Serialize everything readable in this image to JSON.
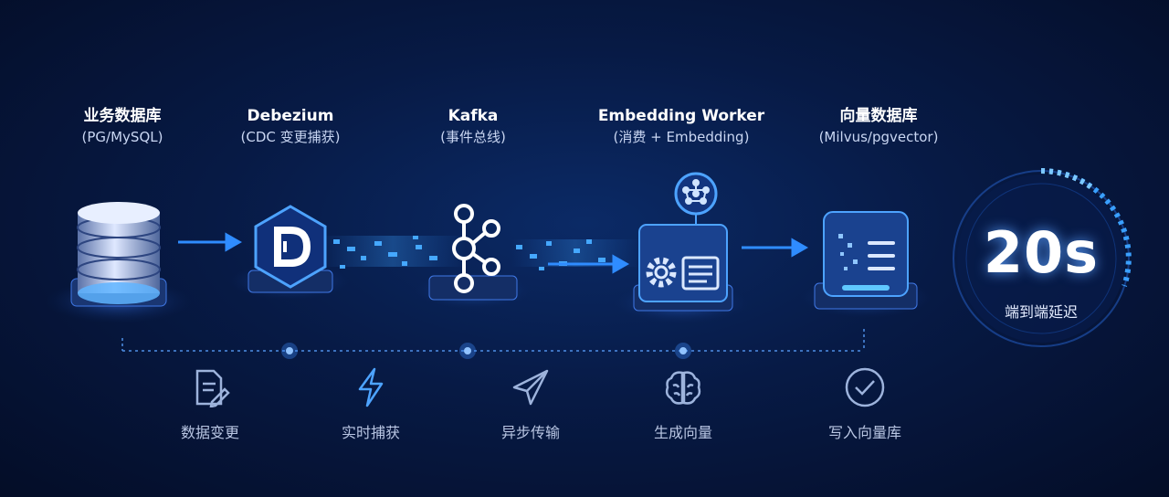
{
  "stages": [
    {
      "title": "业务数据库",
      "subtitle": "(PG/MySQL)",
      "icon": "database-icon"
    },
    {
      "title": "Debezium",
      "subtitle": "(CDC 变更捕获)",
      "icon": "debezium-logo-icon"
    },
    {
      "title": "Kafka",
      "subtitle": "(事件总线)",
      "icon": "kafka-logo-icon"
    },
    {
      "title": "Embedding Worker",
      "subtitle": "(消费 + Embedding)",
      "icon": "gear-worker-icon"
    },
    {
      "title": "向量数据库",
      "subtitle": "(Milvus/pgvector)",
      "icon": "vector-db-icon"
    }
  ],
  "steps": [
    {
      "label": "数据变更",
      "icon": "document-edit-icon"
    },
    {
      "label": "实时捕获",
      "icon": "lightning-icon"
    },
    {
      "label": "异步传输",
      "icon": "paper-plane-icon"
    },
    {
      "label": "生成向量",
      "icon": "brain-icon"
    },
    {
      "label": "写入向量库",
      "icon": "check-circle-icon"
    }
  ],
  "latency": {
    "value": "20s",
    "caption": "端到端延迟"
  },
  "colors": {
    "accent": "#2f8cff",
    "glow": "#5fb4ff",
    "background": "#071a45"
  }
}
